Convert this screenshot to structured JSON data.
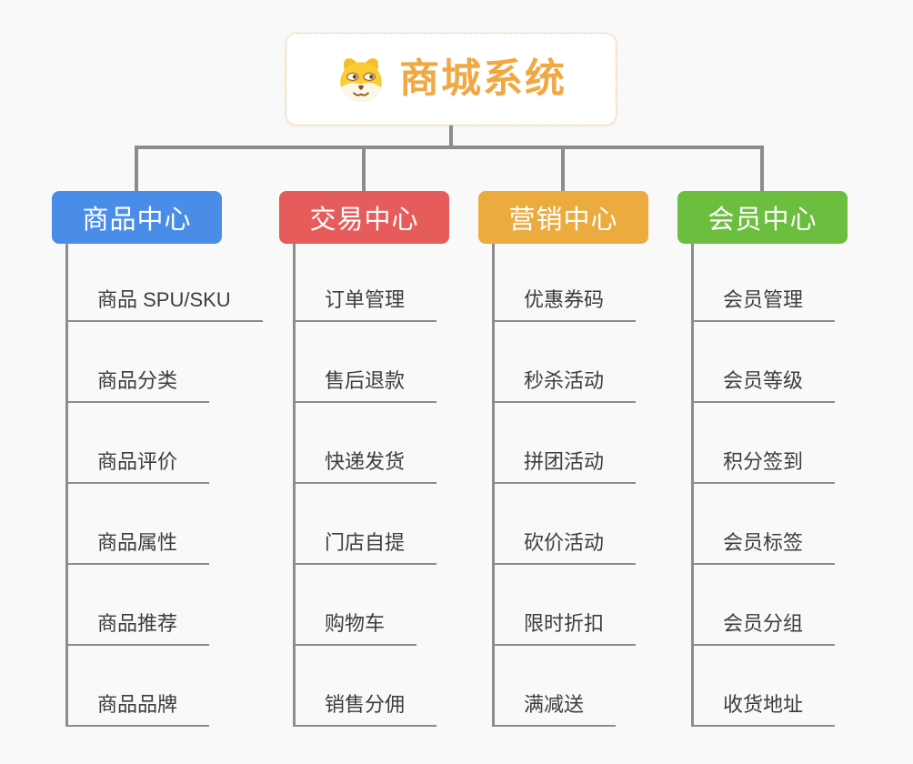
{
  "canvas": {
    "background_color": "#f9f9f9",
    "connector_color": "#8c8c8c"
  },
  "root": {
    "title": "商城系统",
    "icon": "shiba-dog-icon",
    "title_color": "#f0a843",
    "border_color": "#f0b05a"
  },
  "branches": [
    {
      "id": "product-center",
      "label": "商品中心",
      "color": "#4a8de9",
      "items": [
        "商品 SPU/SKU",
        "商品分类",
        "商品评价",
        "商品属性",
        "商品推荐",
        "商品品牌"
      ]
    },
    {
      "id": "trade-center",
      "label": "交易中心",
      "color": "#e55c5a",
      "items": [
        "订单管理",
        "售后退款",
        "快递发货",
        "门店自提",
        "购物车",
        "销售分佣"
      ]
    },
    {
      "id": "marketing-center",
      "label": "营销中心",
      "color": "#ebab3f",
      "items": [
        "优惠券码",
        "秒杀活动",
        "拼团活动",
        "砍价活动",
        "限时折扣",
        "满减送"
      ]
    },
    {
      "id": "member-center",
      "label": "会员中心",
      "color": "#6cbe3f",
      "items": [
        "会员管理",
        "会员等级",
        "积分签到",
        "会员标签",
        "会员分组",
        "收货地址"
      ]
    }
  ]
}
